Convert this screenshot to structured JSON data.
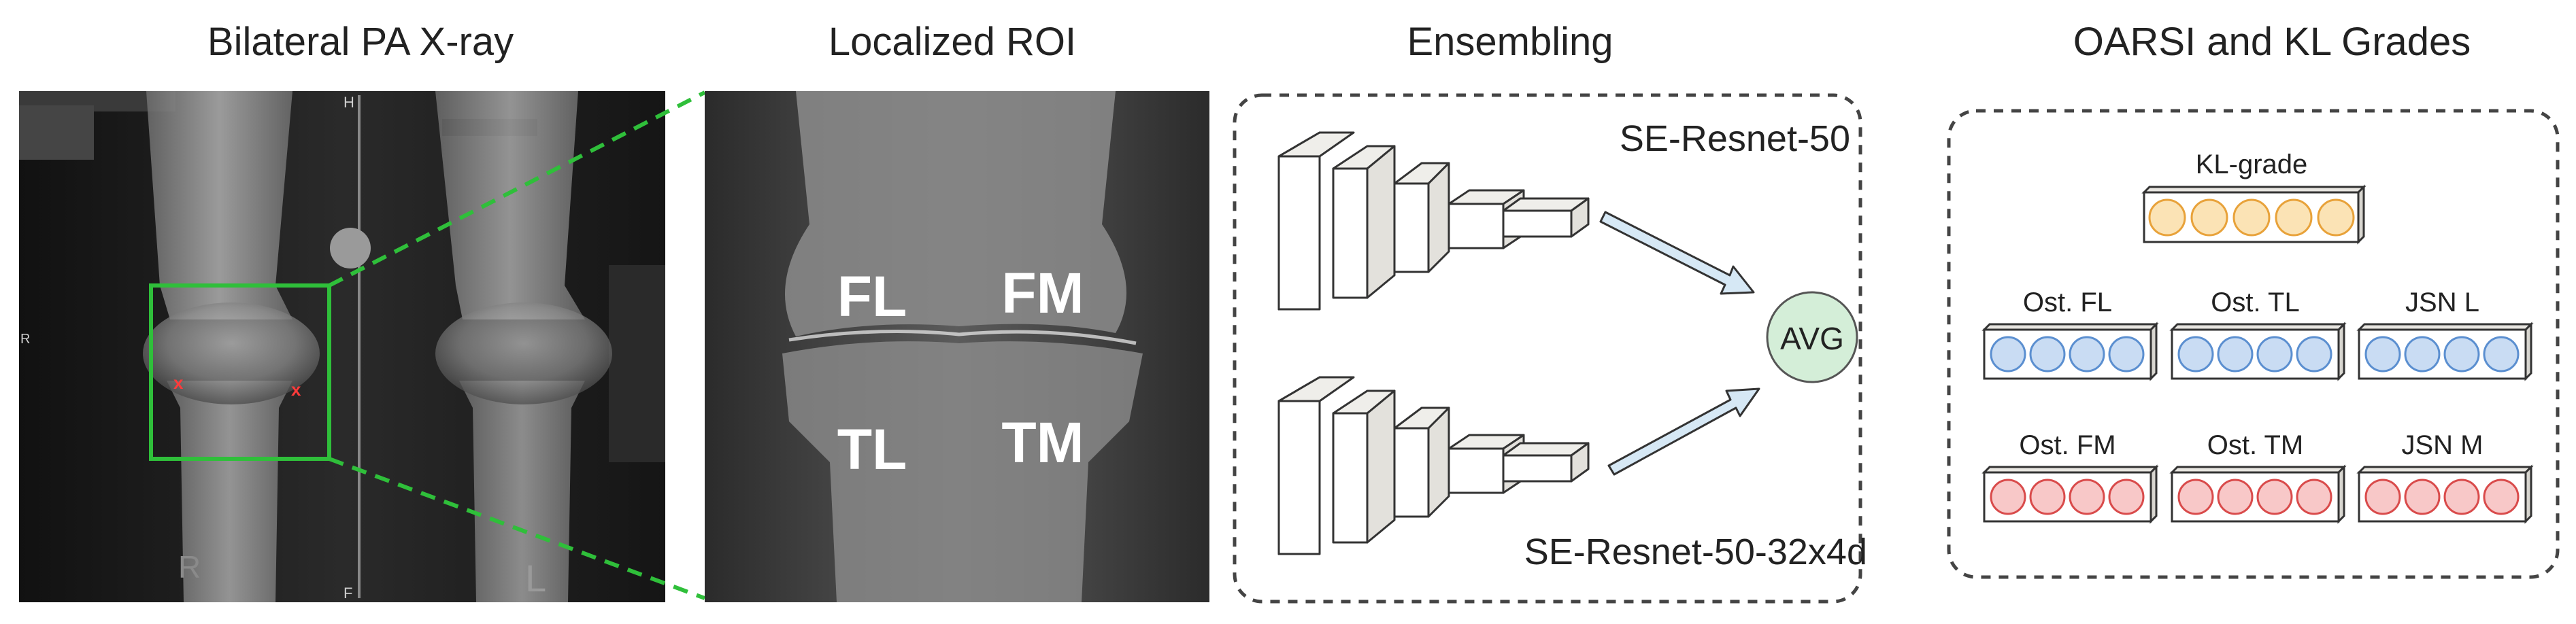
{
  "headings": {
    "xray": "Bilateral PA X-ray",
    "roi": "Localized ROI",
    "ensembling": "Ensembling",
    "grades": "OARSI and KL Grades"
  },
  "xray_panel": {
    "left_marker": "R",
    "top_marker": "H",
    "bottom_marker": "F",
    "side_letter_left": "R",
    "side_letter_right": "L",
    "landmark_mark": "x"
  },
  "roi_panel": {
    "compartments": {
      "fl": "FL",
      "fm": "FM",
      "tl": "TL",
      "tm": "TM"
    }
  },
  "ensemble": {
    "model_top": "SE-Resnet-50",
    "model_bottom": "SE-Resnet-50-32x4d",
    "avg_label": "AVG"
  },
  "grades": {
    "kl_label": "KL-grade",
    "kl_slots": 5,
    "kl_color": "#fbe3b5",
    "kl_stroke": "#e8a23a",
    "row1": [
      "Ost. FL",
      "Ost. TL",
      "JSN L"
    ],
    "row1_fill": "#c9dcf3",
    "row1_stroke": "#5b8fd0",
    "row2": [
      "Ost. FM",
      "Ost. TM",
      "JSN M"
    ],
    "row2_fill": "#f8c8c8",
    "row2_stroke": "#d94b4b",
    "slots_per_head": 4
  },
  "colors": {
    "roi_box": "#2fbf3a",
    "arrow_fill": "#d6e8f5",
    "avg_fill": "#d4eed8",
    "block_face": "#ffffff",
    "block_side": "#e3e1dc"
  }
}
